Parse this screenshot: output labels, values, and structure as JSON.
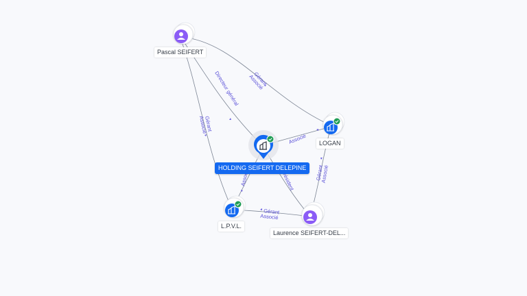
{
  "nodes": {
    "pascal": {
      "label": "Pascal SEIFERT",
      "kind": "person"
    },
    "holding": {
      "label": "HOLDING SEIFERT DELEPINE",
      "kind": "company-main"
    },
    "logan": {
      "label": "LOGAN",
      "kind": "company"
    },
    "lpvl": {
      "label": "L.P.V.L.",
      "kind": "company"
    },
    "laurence": {
      "label": "Laurence SEIFERT-DEL...",
      "kind": "person"
    }
  },
  "edges": {
    "pascal_logan": {
      "line1": "Gérant",
      "line2": "Associé"
    },
    "pascal_holding": {
      "line1": "Directeur général"
    },
    "pascal_lpvl": {
      "line1": "Gérant",
      "line2": "Associé"
    },
    "holding_logan": {
      "line1": "Associé"
    },
    "holding_lpvl": {
      "line1": "Associé"
    },
    "holding_laurence": {
      "line1": "Président"
    },
    "laurence_logan": {
      "line1": "Gérant",
      "line2": "Associé"
    },
    "laurence_lpvl": {
      "line1": "Gérant",
      "line2": "Associé"
    }
  },
  "colors": {
    "person": "#8b5cf6",
    "company": "#1469f0",
    "verified": "#1f9d55",
    "edge": "#7c8594",
    "edge_label": "#5a50d8"
  },
  "icons": {
    "person": "user-icon",
    "company": "building-icon",
    "verified": "check-badge-icon"
  }
}
